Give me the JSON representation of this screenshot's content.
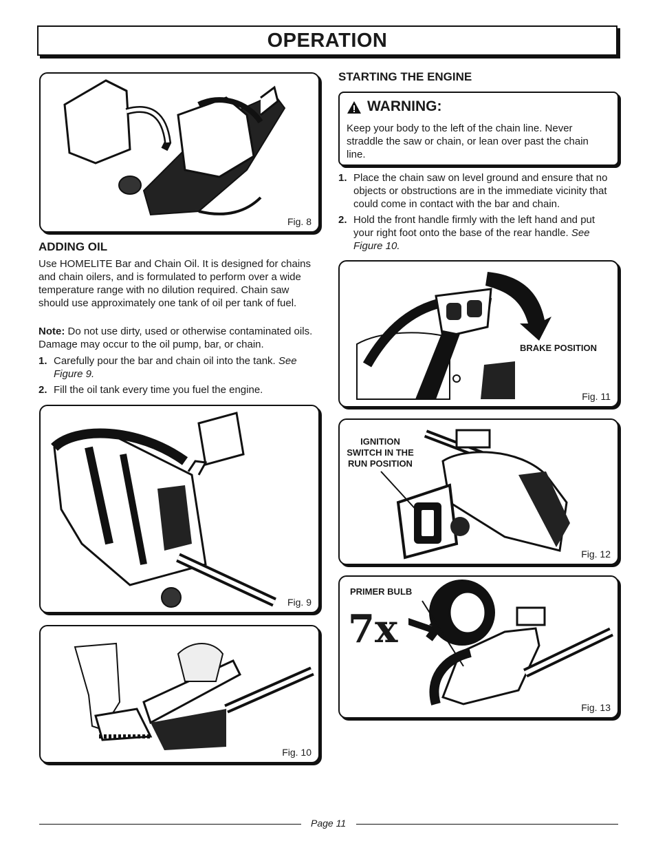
{
  "header": {
    "title": "OPERATION"
  },
  "left": {
    "fig8_caption": "Fig. 8",
    "adding_oil_title": "ADDING OIL",
    "adding_oil_body": "Use HOMELITE Bar and Chain Oil. It is designed for chains and chain oilers, and is formulated to perform over a wide temperature range with no dilution required. Chain saw should use approximately one tank of oil per tank of fuel.",
    "note_label": "Note:",
    "note_body": " Do not use dirty, used or otherwise contaminated oils. Damage may occur to the oil pump, bar, or chain.",
    "steps": [
      {
        "num": "1.",
        "text": "Carefully pour the bar and chain oil into the tank. ",
        "ref": "See Figure 9."
      },
      {
        "num": "2.",
        "text": "Fill the oil tank every time you fuel the engine.",
        "ref": ""
      }
    ],
    "fig9_caption": "Fig. 9",
    "fig10_caption": "Fig. 10"
  },
  "right": {
    "starting_title": "STARTING THE ENGINE",
    "warning_title": "WARNING:",
    "warning_text": "Keep your body to the left of the chain line.  Never straddle the saw or chain, or lean over past the chain line.",
    "steps": [
      {
        "num": "1.",
        "text": "Place the chain saw on level ground and ensure that no objects or obstructions are in the immediate vicinity that could come in contact with the bar and chain.",
        "ref": ""
      },
      {
        "num": "2.",
        "text": "Hold the front handle firmly with the left hand and put your right foot onto the base of the rear handle.  ",
        "ref": "See Figure 10."
      }
    ],
    "fig11_label": "BRAKE POSITION",
    "fig11_caption": "Fig. 11",
    "fig12_label": "IGNITION SWITCH IN THE RUN POSITION",
    "fig12_caption": "Fig. 12",
    "fig13_label": "PRIMER BULB",
    "fig13_count": "7x",
    "fig13_caption": "Fig. 13"
  },
  "footer": {
    "page": "Page 11"
  }
}
